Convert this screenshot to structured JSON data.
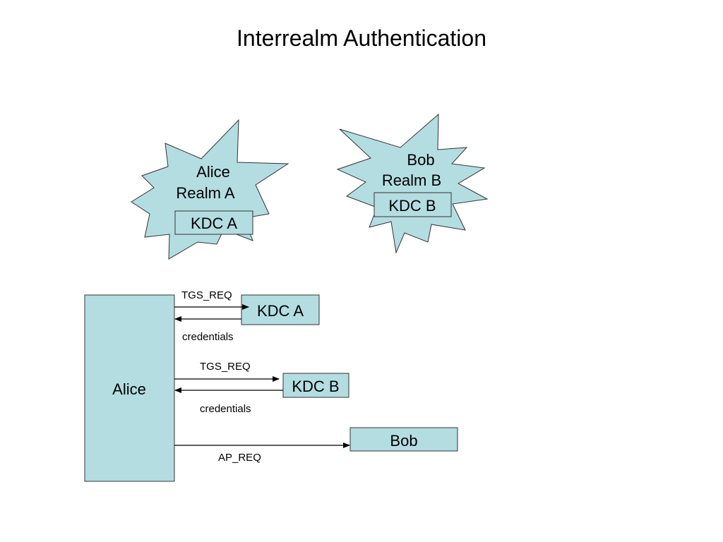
{
  "title": "Interrealm Authentication",
  "colors": {
    "fill": "#b4dde2",
    "stroke": "#333333",
    "arrow": "#000000"
  },
  "realms": {
    "alice": {
      "line1": "Alice",
      "line2": "Realm A",
      "kdc": "KDC A"
    },
    "bob": {
      "line1": "Bob",
      "line2": "Realm B",
      "kdc": "KDC B"
    }
  },
  "flow": {
    "client": "Alice",
    "kdc_a": "KDC A",
    "kdc_b": "KDC B",
    "server": "Bob",
    "messages": {
      "tgs_req_a": "TGS_REQ",
      "credentials_a": "credentials",
      "tgs_req_b": "TGS_REQ",
      "credentials_b": "credentials",
      "ap_req": "AP_REQ"
    }
  }
}
